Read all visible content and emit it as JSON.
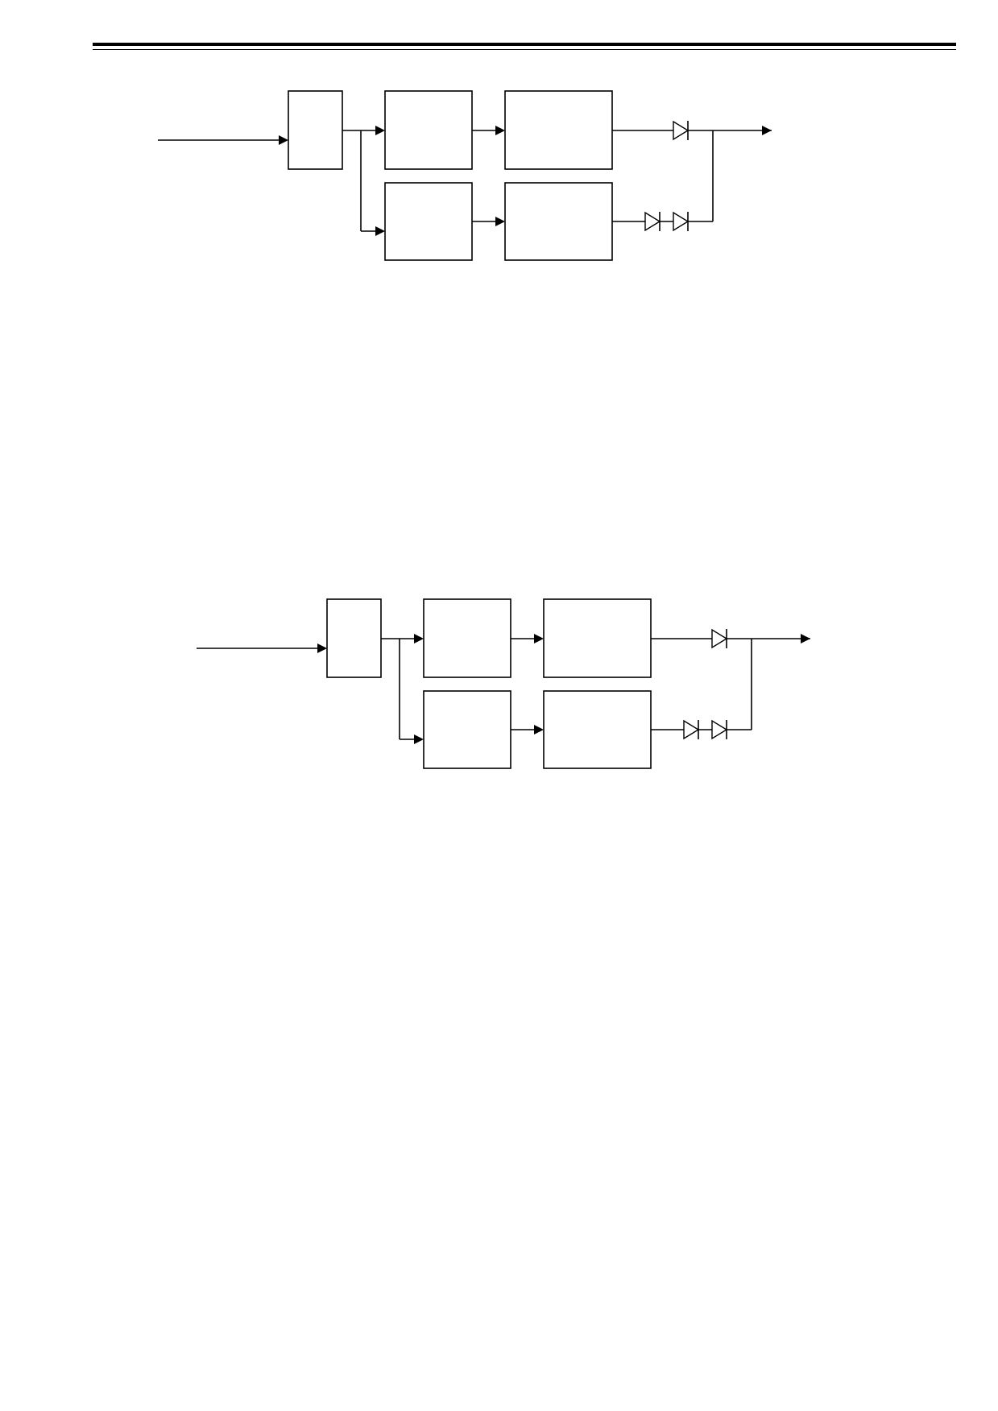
{
  "page": {
    "header_rule": true
  },
  "diagrams": [
    {
      "id": "block-diagram-1",
      "splitter_boxes": 1,
      "branches": [
        {
          "name": "upper",
          "blocks": 2,
          "diodes": 1
        },
        {
          "name": "lower",
          "blocks": 2,
          "diodes": 2
        }
      ],
      "has_input_arrow": true,
      "has_output_arrow": true
    },
    {
      "id": "block-diagram-2",
      "splitter_boxes": 1,
      "branches": [
        {
          "name": "upper",
          "blocks": 2,
          "diodes": 1
        },
        {
          "name": "lower",
          "blocks": 2,
          "diodes": 2
        }
      ],
      "has_input_arrow": true,
      "has_output_arrow": true
    }
  ],
  "colors": {
    "stroke": "#000000",
    "background": "#ffffff"
  }
}
